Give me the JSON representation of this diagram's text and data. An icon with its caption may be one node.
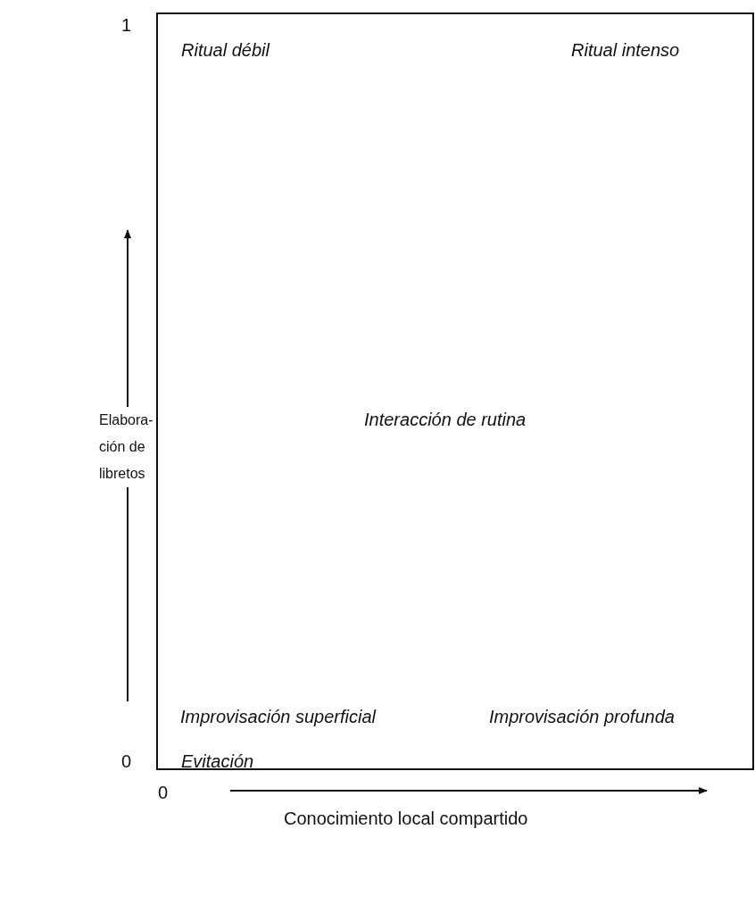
{
  "diagram": {
    "labels": [
      "1",
      "Ritual débil",
      "Ritual intenso",
      "Elabora- ción de libretos",
      "Interacción de rutina",
      "Improvisación superficial",
      "Improvisación profunda",
      "Evitación",
      "0",
      "0",
      "Conocimiento local compartido"
    ]
  }
}
